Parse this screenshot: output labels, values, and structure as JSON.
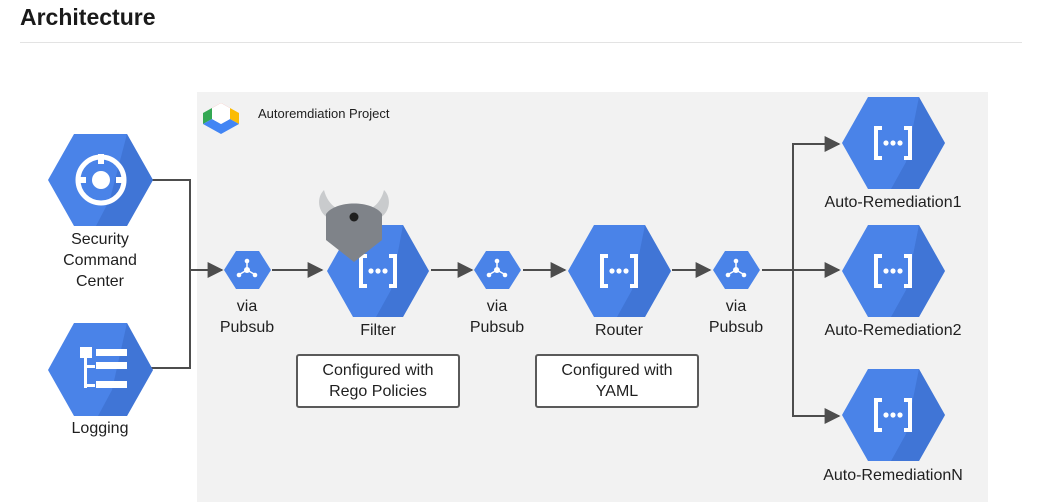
{
  "page": {
    "title": "Architecture"
  },
  "project": {
    "label": "Autoremdiation Project",
    "icon": "gcp-project-icon"
  },
  "nodes": {
    "scc": {
      "label": "Security\nCommand\nCenter",
      "icon": "security-command-center-icon"
    },
    "logging": {
      "label": "Logging",
      "icon": "logging-icon"
    },
    "pubsub1": {
      "label": "via\nPubsub",
      "icon": "pubsub-icon"
    },
    "filter": {
      "label": "Filter",
      "icon": "cloud-functions-icon",
      "badge_icon": "open-policy-agent-icon"
    },
    "pubsub2": {
      "label": "via\nPubsub",
      "icon": "pubsub-icon"
    },
    "router": {
      "label": "Router",
      "icon": "cloud-functions-icon"
    },
    "pubsub3": {
      "label": "via\nPubsub",
      "icon": "pubsub-icon"
    },
    "ar1": {
      "label": "Auto-Remediation1",
      "icon": "cloud-functions-icon"
    },
    "ar2": {
      "label": "Auto-Remediation2",
      "icon": "cloud-functions-icon"
    },
    "arn": {
      "label": "Auto-RemediationN",
      "icon": "cloud-functions-icon"
    }
  },
  "config_boxes": {
    "filter": "Configured with\nRego Policies",
    "router": "Configured with\nYAML"
  },
  "colors": {
    "hex_blue": "#4a83e8",
    "hex_shadow": "#3567c4",
    "arrow": "#4d4d4d",
    "panel": "#f2f2f2",
    "opa_body": "#7f8389",
    "opa_horns": "#c9cbcd"
  }
}
